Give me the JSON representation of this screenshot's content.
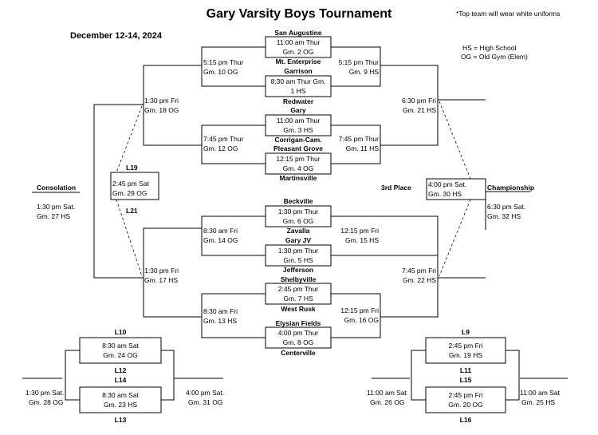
{
  "header": {
    "title": "Gary Varsity Boys Tournament",
    "dates": "December 12-14, 2024",
    "note": "*Top team will wear white uniforms",
    "legend_hs": "HS = High School",
    "legend_og": "OG = Old Gym (Elem)"
  },
  "teams": {
    "san_augustine": "San Augustine",
    "mt_enterprise": "Mt. Enterprise",
    "garrison": "Garrison",
    "redwater": "Redwater",
    "gary": "Gary",
    "corrigan": "Corrigan-Cam.",
    "pleasant_grove": "Pleasant Grove",
    "martinsville": "Martinsville",
    "beckville": "Beckville",
    "zavalla": "Zavalla",
    "gary_jv": "Gary JV",
    "jefferson": "Jefferson",
    "shelbyville": "Shelbyville",
    "west_rusk": "West Rusk",
    "elysian_fields": "Elysian Fields",
    "centerville": "Centerville"
  },
  "games": {
    "g2_time": "11:00 am Thur",
    "g2_label": "Gm. 2  OG",
    "g1_time": "8:30 am Thur Gm.",
    "g1_label": "1  HS",
    "g3_time": "11:00 am Thur",
    "g3_label": "Gm. 3  HS",
    "g4_time": "12:15 pm Thur",
    "g4_label": "Gm. 4  OG",
    "g6_time": "1:30 pm Thur",
    "g6_label": "Gm. 6  OG",
    "g5_time": "1:30 pm Thur",
    "g5_label": "Gm. 5  HS",
    "g7_time": "2:45 pm Thur",
    "g7_label": "Gm. 7  HS",
    "g8_time": "4:00 pm Thur",
    "g8_label": "Gm. 8  OG",
    "g10_time": "5:15 pm Thur",
    "g10_label": "Gm. 10  OG",
    "g9_time": "5:15 pm Thur",
    "g9_label": "Gm. 9  HS",
    "g12_time": "7:45 pm Thur",
    "g12_label": "Gm. 12  OG",
    "g11_time": "7:45 pm Thur",
    "g11_label": "Gm. 11  HS",
    "g14_time": "8:30 am Fri",
    "g14_label": "Gm. 14  OG",
    "g15_time": "12:15 pm Fri",
    "g15_label": "Gm. 15  HS",
    "g13_time": "8:30 am Fri",
    "g13_label": "Gm. 13  HS",
    "g16_time": "12:15 pm Fri",
    "g16_label": "Gm. 16  OG",
    "g18_time": "1:30 pm Fri",
    "g18_label": "Gm. 18  OG",
    "g21_time": "6:30 pm Fri",
    "g21_label": "Gm. 21  HS",
    "g17_time": "1:30 pm  Fri",
    "g17_label": "Gm. 17  HS",
    "g22_time": "7:45 pm Fri",
    "g22_label": "Gm. 22  HS",
    "g29_time": "2:45 pm Sat",
    "g29_label": "Gm. 29  OG",
    "g30_time": "4:00 pm Sat.",
    "g30_label": "Gm. 30  HS",
    "g27_time": "1:30 pm Sat.",
    "g27_label": "Gm. 27  HS",
    "g32_time": "6:30 pm Sat.",
    "g32_label": "Gm. 32  HS",
    "g24_time": "8:30 am Sat",
    "g24_label": "Gm. 24  OG",
    "g23_time": "8:30 am Sat",
    "g23_label": "Gm. 23  HS",
    "g28_time": "1:30 pm Sat.",
    "g28_label": "Gm. 28  OG",
    "g31_time": "4:00 pm Sat.",
    "g31_label": "Gm. 31  OG",
    "g19_time": "2:45 pm Fri",
    "g19_label": "Gm. 19  HS",
    "g20_time": "2:45 pm Fri",
    "g20_label": "Gm. 20  OG",
    "g26_time": "11:00 am Sat",
    "g26_label": "Gm. 26  OG",
    "g25_time": "11:00 am Sat",
    "g25_label": "Gm. 25  HS"
  },
  "labels": {
    "consolation": "Consolation",
    "third_place": "3rd Place",
    "championship": "Championship",
    "l19": "L19",
    "l21": "L21",
    "l10": "L10",
    "l12": "L12",
    "l14": "L14",
    "l13": "L13",
    "l9": "L9",
    "l11": "L11",
    "l15": "L15",
    "l16": "L16"
  }
}
